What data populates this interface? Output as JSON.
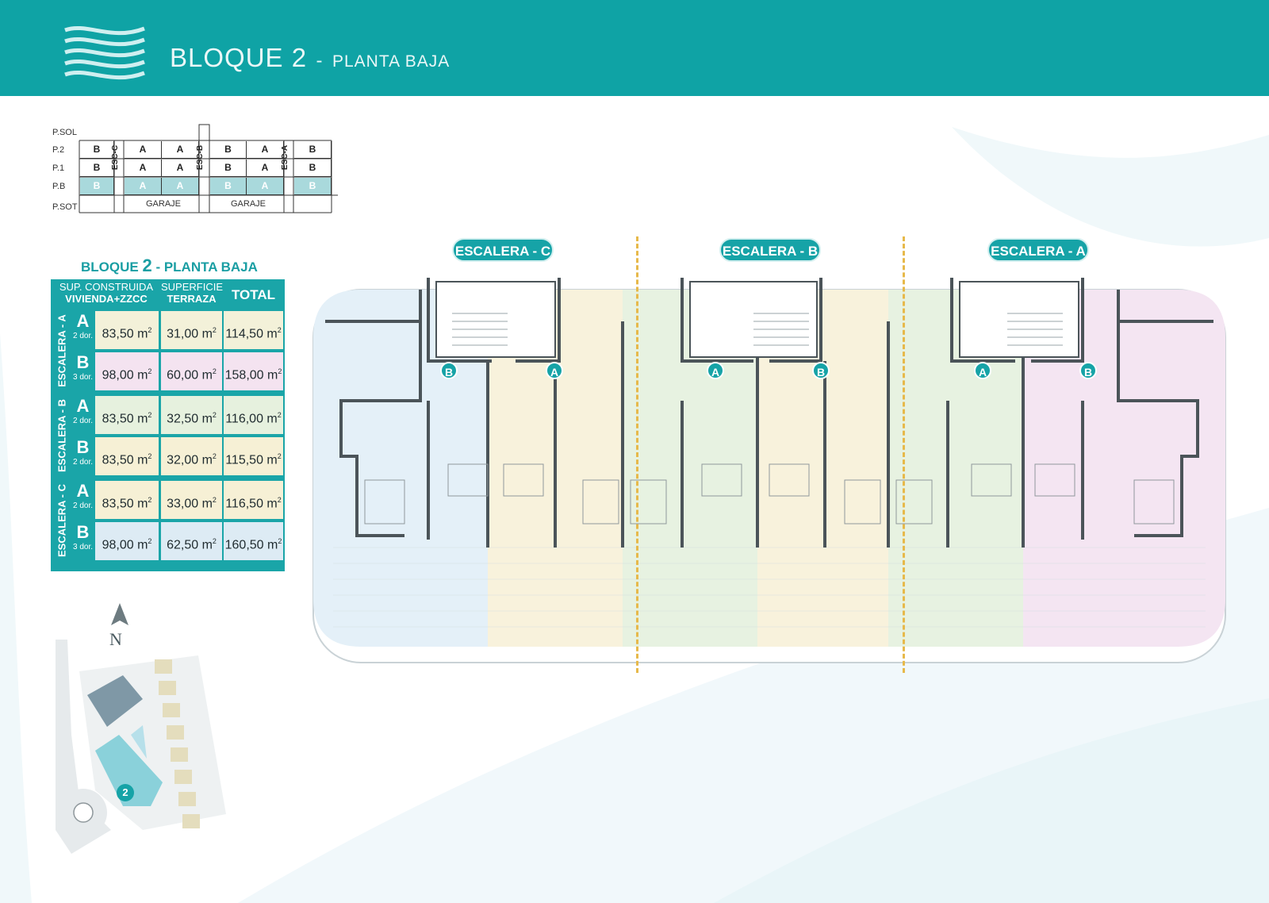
{
  "header": {
    "title_main": "BLOQUE 2",
    "title_sep": "-",
    "title_sub": "PLANTA BAJA",
    "logo_icon": "wave-logo-icon",
    "color": "#0fa3a5"
  },
  "levels": {
    "labels": [
      "P.SOL",
      "P.2",
      "P.1",
      "P.B",
      "P.SOT"
    ],
    "row_p2": [
      "B",
      "A",
      "A",
      "B",
      "A",
      "B"
    ],
    "row_p1": [
      "B",
      "A",
      "A",
      "B",
      "A",
      "B"
    ],
    "row_pb": [
      "B",
      "A",
      "A",
      "B",
      "A",
      "B"
    ],
    "esc": [
      "ESC-C",
      "ESC-B",
      "ESC-A"
    ],
    "garaje": [
      "GARAJE",
      "GARAJE"
    ]
  },
  "table": {
    "title_prefix": "BLOQUE",
    "title_num": "2",
    "title_suffix": "- PLANTA BAJA",
    "col1": "SUP. CONSTRUIDA",
    "col1b": "VIVIENDA+ZZCC",
    "col2": "SUPERFICIE",
    "col2b": "TERRAZA",
    "col3": "TOTAL",
    "unit": "m",
    "groups": [
      {
        "escalera": "ESCALERA - A",
        "rows": [
          {
            "letter": "A",
            "dorm": "2 dor.",
            "sup": "83,50",
            "terraza": "31,00",
            "total": "114,50"
          },
          {
            "letter": "B",
            "dorm": "3 dor.",
            "sup": "98,00",
            "terraza": "60,00",
            "total": "158,00"
          }
        ]
      },
      {
        "escalera": "ESCALERA - B",
        "rows": [
          {
            "letter": "A",
            "dorm": "2 dor.",
            "sup": "83,50",
            "terraza": "32,50",
            "total": "116,00"
          },
          {
            "letter": "B",
            "dorm": "2 dor.",
            "sup": "83,50",
            "terraza": "32,00",
            "total": "115,50"
          }
        ]
      },
      {
        "escalera": "ESCALERA - C",
        "rows": [
          {
            "letter": "A",
            "dorm": "2 dor.",
            "sup": "83,50",
            "terraza": "33,00",
            "total": "116,50"
          },
          {
            "letter": "B",
            "dorm": "3 dor.",
            "sup": "98,00",
            "terraza": "62,50",
            "total": "160,50"
          }
        ]
      }
    ]
  },
  "badges": {
    "c": {
      "text": "ESCALERA - ",
      "letter": "C"
    },
    "b": {
      "text": "ESCALERA - ",
      "letter": "B"
    },
    "a": {
      "text": "ESCALERA - ",
      "letter": "A"
    }
  },
  "plan_units": [
    "B",
    "A",
    "A",
    "B",
    "A",
    "B"
  ],
  "plan_colors": {
    "blue": "#dcecf6",
    "yellow": "#f6f0d7",
    "green": "#e3f0dc",
    "pink": "#f3e2f0",
    "wall": "#4b5459"
  },
  "compass": {
    "label": "N"
  },
  "site": {
    "block_number": "2"
  }
}
